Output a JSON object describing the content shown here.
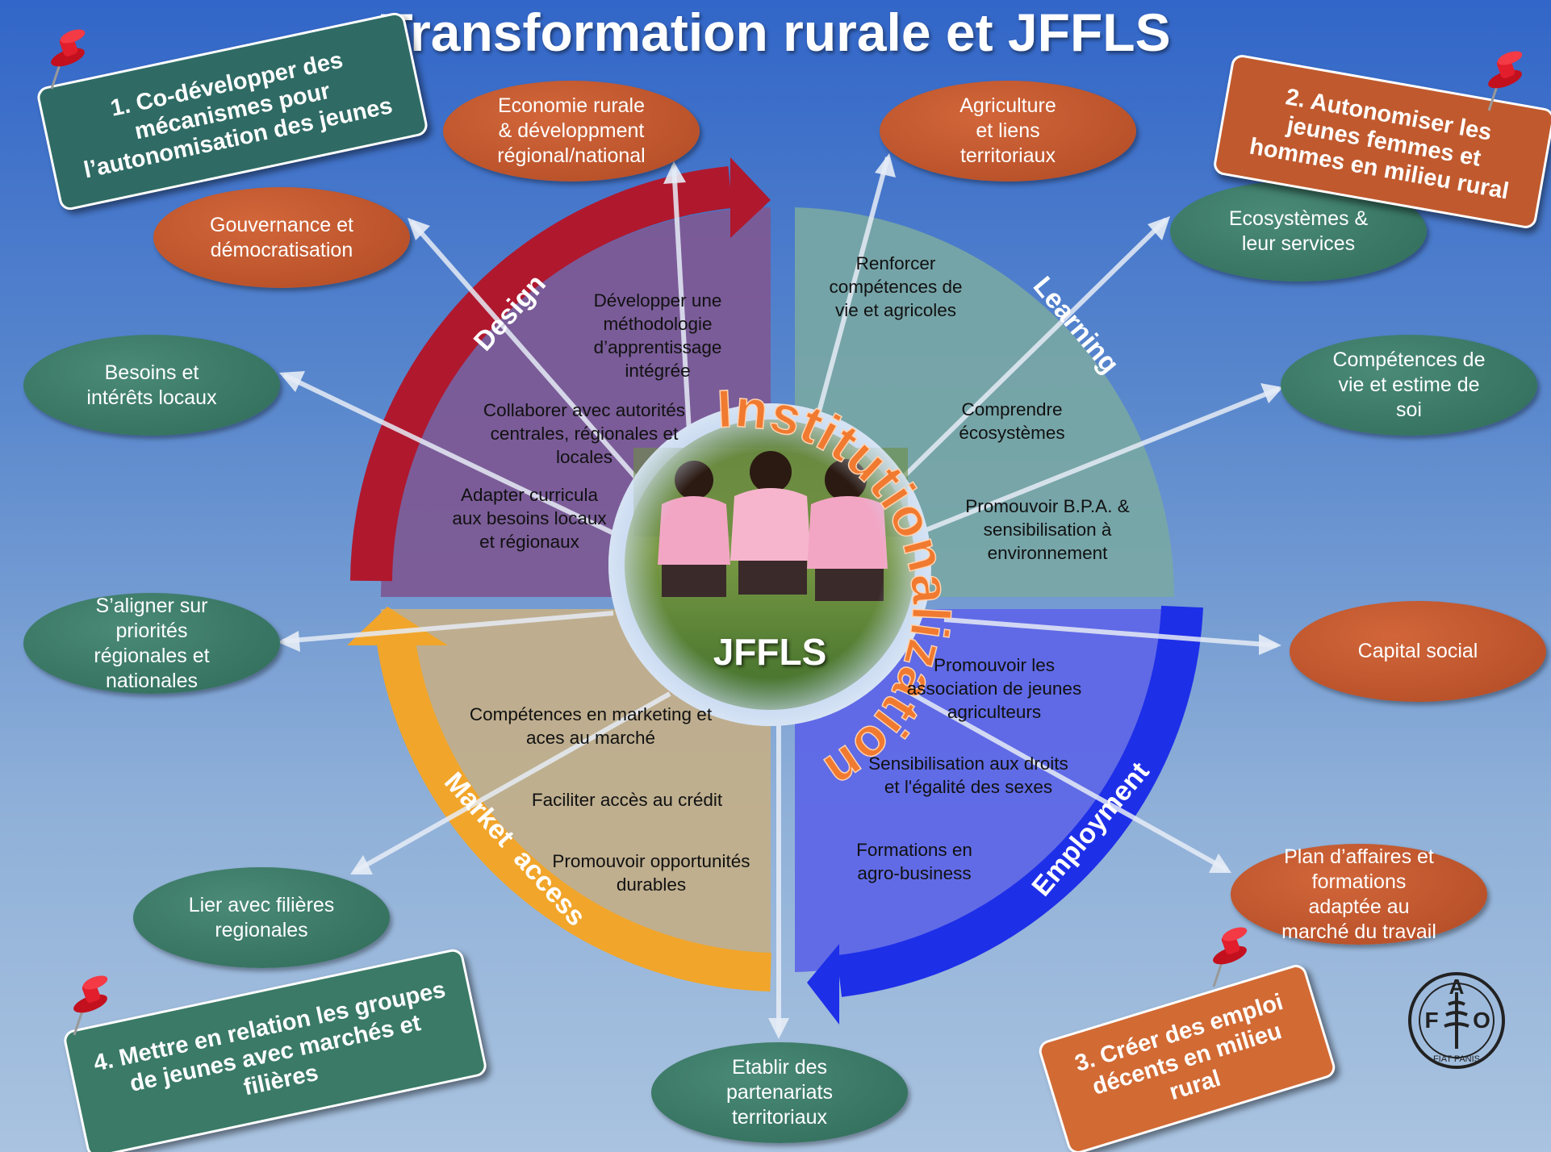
{
  "title": "Transformation rurale et JFFLS",
  "center": {
    "label": "JFFLS",
    "ring_text": "Institutionalization"
  },
  "arcs": {
    "design": "Design",
    "learning": "Learning",
    "employment": "Employment",
    "market": "Market  access"
  },
  "quadrants": {
    "design": [
      "Développer une\nméthodologie\nd’apprentissage\nintégrée",
      "Collaborer avec autorités\ncentrales, régionales et\nlocales",
      "Adapter curricula\naux besoins locaux\net régionaux"
    ],
    "learning": [
      "Renforcer\ncompétences de\nvie et agricoles",
      "Comprendre\nécosystèmes",
      "Promouvoir B.P.A. &\nsensibilisation à\nenvironnement"
    ],
    "employment": [
      "Promouvoir les\nassociation de jeunes\nagriculteurs",
      "Sensibilisation aux droits\net l'égalité des sexes",
      "Formations en\nagro-business"
    ],
    "market": [
      "Compétences en marketing et\naces au marché",
      "Faciliter accès au crédit",
      "Promouvoir opportunités\ndurables"
    ]
  },
  "ovals": {
    "economie": "Economie rurale\n& développment\nrégional/national",
    "agriculture": "Agriculture\net liens\nterritoriaux",
    "gouvernance": "Gouvernance et\ndémocratisation",
    "ecosystemes": "Ecosystèmes &\nleur services",
    "besoins": "Besoins et\nintérêts locaux",
    "competences": "Compétences de\nvie et estime de\nsoi",
    "aligner": "S’aligner sur\npriorités\nrégionales et\nnationales",
    "capital": "Capital social",
    "lier": "Lier avec filières\nregionales",
    "plan": "Plan d’affaires et\nformations\nadaptée au\nmarché du travail",
    "etablir": "Etablir des\npartenariats\nterritoriaux"
  },
  "pins": {
    "p1": "1. Co-développer des\nmécanismes pour\nl’autonomisation des jeunes",
    "p2": "2. Autonomiser les\njeunes femmes et\nhommes en milieu rural",
    "p3": "3. Créer des emploi\ndécents en milieu\nrural",
    "p4": "4. Mettre en relation les groupes\nde jeunes avec marchés et\nfilières"
  },
  "logo": {
    "letters": "FAO",
    "motto": "FIAT PANIS"
  },
  "colors": {
    "design": "#b0182e",
    "learning": "#7fa9a3",
    "employment": "#1e2fe8",
    "market": "#f1a52a",
    "green": "#3a7a66",
    "orange": "#c05a2e"
  }
}
